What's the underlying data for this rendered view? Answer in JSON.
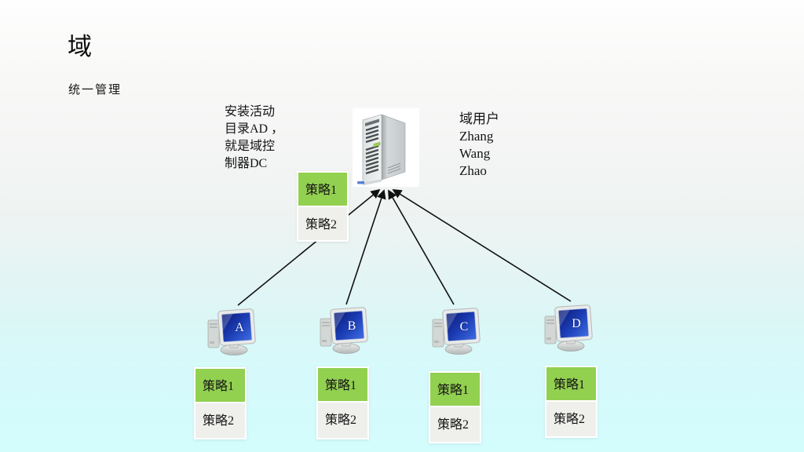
{
  "slide": {
    "title": "域",
    "subtitle": "统一管理",
    "dc_note": {
      "lines": [
        "安装活动",
        "目录AD ，",
        "就是域控",
        "制器DC"
      ]
    },
    "domain_users": {
      "lines": [
        "域用户",
        "Zhang",
        "Wang",
        "Zhao"
      ]
    }
  },
  "policy_boxes": {
    "dc": {
      "rows": [
        "策略1",
        "策略2"
      ]
    },
    "a": {
      "rows": [
        "策略1",
        "策略2"
      ]
    },
    "b": {
      "rows": [
        "策略1",
        "策略2"
      ]
    },
    "c": {
      "rows": [
        "策略1",
        "策略2"
      ]
    },
    "d": {
      "rows": [
        "策略1",
        "策略2"
      ]
    }
  },
  "workstations": [
    {
      "label": "A"
    },
    {
      "label": "B"
    },
    {
      "label": "C"
    },
    {
      "label": "D"
    }
  ],
  "icons": {
    "server": "server-tower-icon",
    "workstation": "desktop-computer-icon",
    "arrows": "client-to-server-arrows"
  },
  "colors": {
    "policy_active": "#92d050",
    "policy_inactive": "#efefec",
    "screen_blue": "#1b3cb4",
    "arrow": "#111111",
    "bg_top": "#fefefe",
    "bg_bottom": "#d3fcfd"
  }
}
